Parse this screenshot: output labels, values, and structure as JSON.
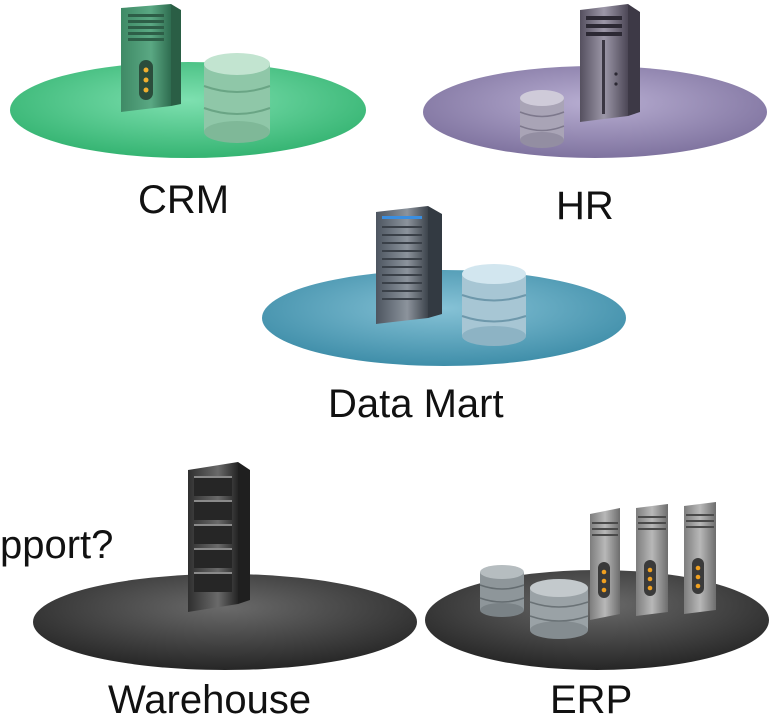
{
  "labels": {
    "crm": "CRM",
    "hr": "HR",
    "data_mart": "Data Mart",
    "warehouse": "Warehouse",
    "erp": "ERP",
    "question_fragment": "pport?"
  },
  "colors": {
    "crm_platform": "#4fcf90",
    "hr_platform": "#9a8fb8",
    "data_mart_platform": "#5aa8c2",
    "warehouse_platform": "#3a3a3a",
    "erp_platform": "#4a4a4a",
    "label_text": "#111111"
  },
  "icons": {
    "crm": [
      "server-tower-icon",
      "database-icon"
    ],
    "hr": [
      "server-tower-icon",
      "database-icon"
    ],
    "data_mart": [
      "rack-server-icon",
      "database-icon"
    ],
    "warehouse": [
      "storage-rack-icon"
    ],
    "erp": [
      "server-cluster-icon",
      "database-icon"
    ]
  }
}
